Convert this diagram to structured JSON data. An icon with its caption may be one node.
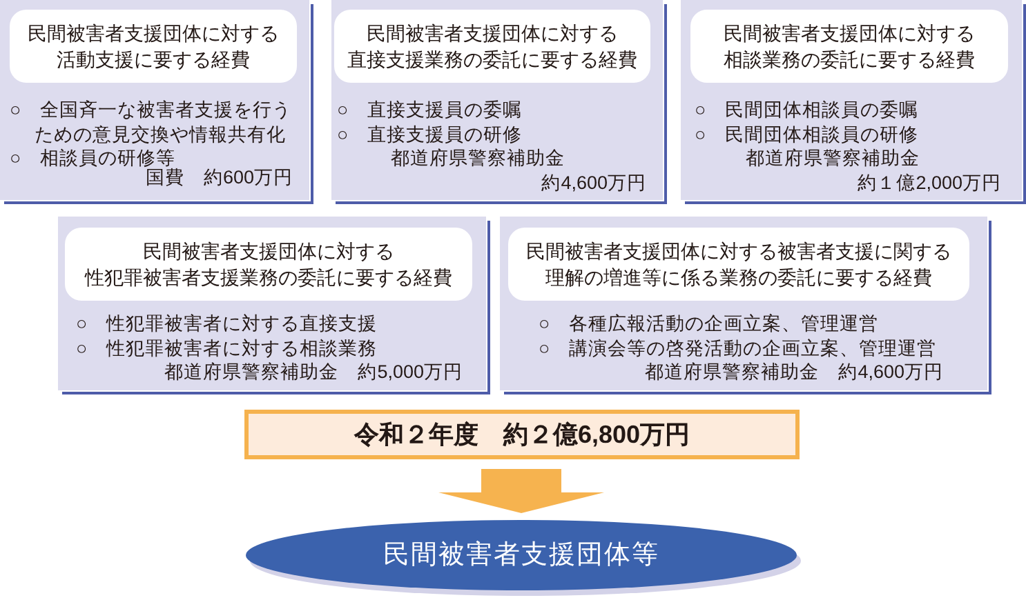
{
  "diagram": {
    "nodes": [
      {
        "text": [
          "○　全国斉一な被害者支援を行うための意見交換や情報共有化",
          "○　相談員の研修等",
          "国費　約600万円"
        ]
      },
      {
        "text": [
          "民間被害者支援団体に対する活動支援に要する経費"
        ],
        "in": 0
      },
      {
        "text": [
          "○　直接支援員の委嘱",
          "○　直接支援員の研修",
          "都道府県警察補助金",
          "約4,600万円"
        ]
      },
      {
        "text": [
          "民間被害者支援団体に対する直接支援業務の委託に要する経費"
        ],
        "in": 2
      },
      {
        "text": [
          "○　民間団体相談員の委嘱",
          "○　民間団体相談員の研修",
          "都道府県警察補助金",
          "約１億2,000万円"
        ]
      },
      {
        "text": [
          "民間被害者支援団体に対する相談業務の委託に要する経費"
        ],
        "in": 4
      },
      {
        "text": [
          "○　性犯罪被害者に対する直接支援",
          "○　性犯罪被害者に対する相談業務",
          "都道府県警察補助金　約5,000万円"
        ]
      },
      {
        "text": [
          "民間被害者支援団体に対する性犯罪被害者支援業務の委託に要する経費"
        ],
        "in": 6
      },
      {
        "text": [
          "○　各種広報活動の企画立案、管理運営",
          "○　講演会等の啓発活動の企画立案、管理運営",
          "都道府県警察補助金　約4,600万円"
        ]
      },
      {
        "text": [
          "民間被害者支援団体に対する被害者支援に関する理解の増進等に係る業務の委託に要する経費"
        ],
        "in": 8
      },
      {
        "text": [
          "令和２年度　約２億6,800万円"
        ]
      },
      {
        "text": [
          "民間被害者支援団体等"
        ]
      }
    ],
    "edges": [
      {
        "from": 10,
        "to": 11,
        "arrow": "to",
        "style": "thick"
      }
    ]
  }
}
